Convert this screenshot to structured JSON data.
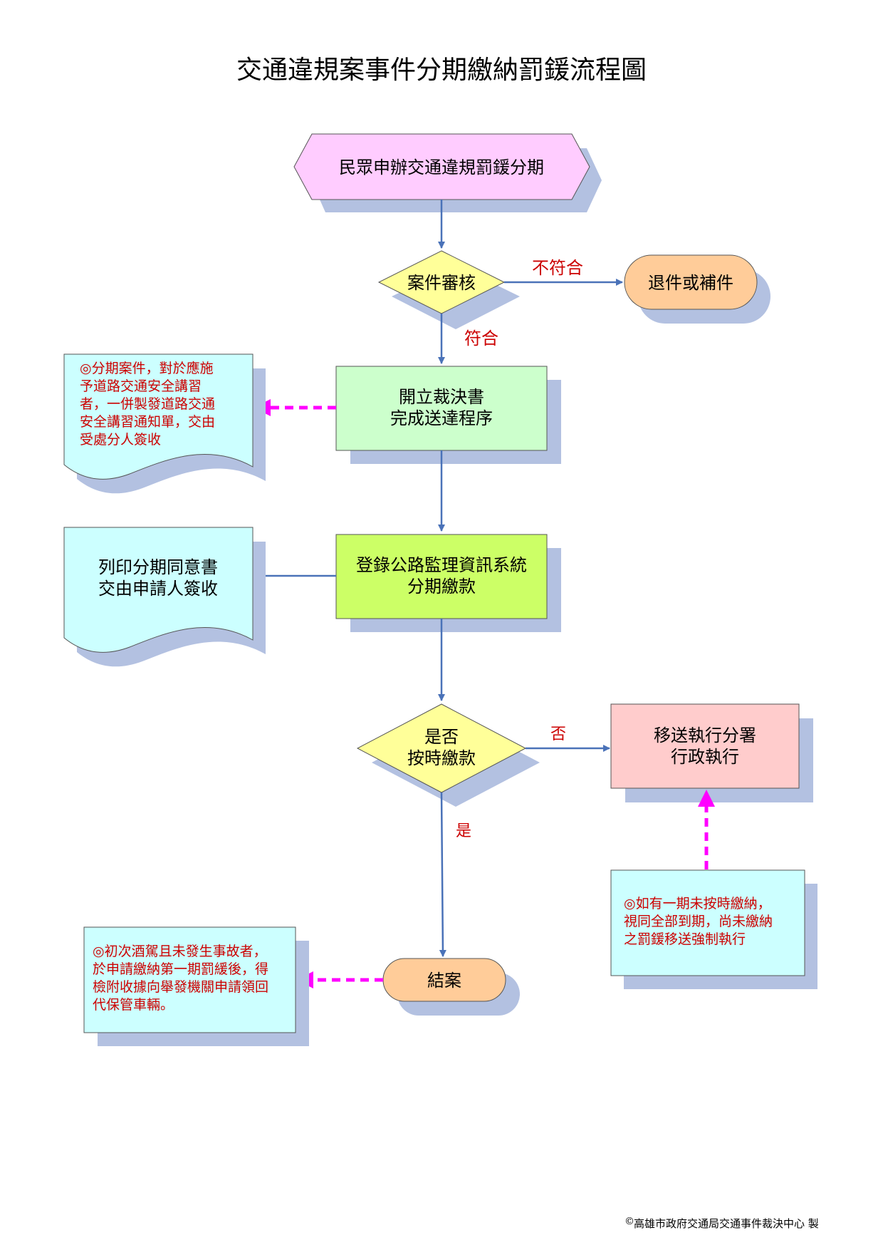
{
  "title": "交通違規案事件分期繳納罰鍰流程圖",
  "nodes": {
    "start": {
      "text": "民眾申辦交通違規罰鍰分期"
    },
    "review": {
      "text": "案件審核"
    },
    "reject": {
      "text": "退件或補件"
    },
    "issue": {
      "lines": [
        "開立裁決書",
        "完成送達程序"
      ]
    },
    "register": {
      "lines": [
        "登錄公路監理資訊系統",
        "分期繳款"
      ]
    },
    "ontime": {
      "lines": [
        "是否",
        "按時繳款"
      ]
    },
    "transfer": {
      "lines": [
        "移送執行分署",
        "行政執行"
      ]
    },
    "close": {
      "text": "結案"
    },
    "print_doc": {
      "lines": [
        "列印分期同意書",
        "交由申請人簽收"
      ]
    }
  },
  "notes": {
    "safety_course": {
      "lines": [
        "◎分期案件，對於應施",
        "予道路交通安全講習",
        "者，一併製發道路交通",
        "安全講習通知單，交由",
        "受處分人簽收"
      ]
    },
    "default_payment": {
      "lines": [
        "◎如有一期未按時繳納，",
        "視同全部到期，尚未繳納",
        "之罰鍰移送強制執行"
      ]
    },
    "drunk_driving": {
      "lines": [
        "◎初次酒駕且未發生事故者，",
        "於申請繳納第一期罰緩後，得",
        "檢附收據向舉發機關申請領回",
        "代保管車輛。"
      ]
    }
  },
  "edge_labels": {
    "not_match": "不符合",
    "match": "符合",
    "no": "否",
    "yes": "是"
  },
  "footer": {
    "copyright_symbol": "©",
    "text": "高雄市政府交通局交通事件裁決中心 製"
  },
  "colors": {
    "start_fill": "#ffccff",
    "decision_fill": "#ffff99",
    "terminal_fill": "#ffcc99",
    "issue_fill": "#ccffcc",
    "register_fill": "#ccff66",
    "transfer_fill": "#ffcccc",
    "note_fill": "#ccffff",
    "shadow": "#b3c1e1",
    "arrow": "#4a72b8",
    "dashed_arrow": "#ff00ff",
    "label_red": "#cc0000"
  }
}
